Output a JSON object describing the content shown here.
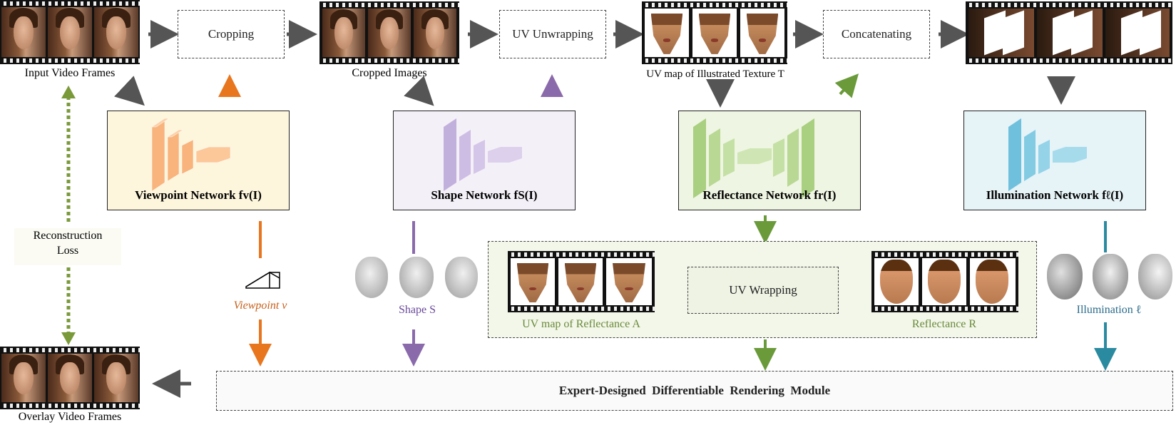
{
  "labels": {
    "input_frames": "Input Video Frames",
    "cropping": "Cropping",
    "cropped_images": "Cropped Images",
    "uv_unwrapping": "UV Unwrapping",
    "uv_illustrated": "UV map of Illustrated Texture T",
    "concatenating": "Concatenating",
    "reconstruction_1": "Reconstruction",
    "reconstruction_2": "Loss",
    "overlay_frames": "Overlay Video Frames",
    "viewpoint_v": "Viewpoint v",
    "shape_s": "Shape S",
    "uv_reflectance": "UV map of Reflectance A",
    "uv_wrapping": "UV Wrapping",
    "reflectance_r": "Reflectance R",
    "illumination_l": "Illumination ℓ",
    "render_module": "Expert-Designed  Differentiable  Rendering  Module"
  },
  "networks": {
    "viewpoint": "Viewpoint Network  fv(I)",
    "shape": "Shape Network  fS(I)",
    "reflectance": "Reflectance Network  fr(I)",
    "illumination": "Illumination Network  fℓ(I)"
  },
  "colors": {
    "viewpoint_bg": "#fdf5dc",
    "viewpoint_accent": "#f4a46a",
    "viewpoint_arrow": "#e8761e",
    "shape_bg": "#f4f0f8",
    "shape_accent": "#c2b0dc",
    "shape_arrow": "#8a6aaa",
    "reflectance_bg": "#eef5e2",
    "reflectance_accent": "#a9cf80",
    "reflectance_arrow": "#6a9a3a",
    "illumination_bg": "#e6f3f7",
    "illumination_accent": "#6fc0dc",
    "illumination_arrow": "#2a8aa0",
    "gray_arrow": "#555555",
    "loss_arrow": "#7a9a3a"
  }
}
